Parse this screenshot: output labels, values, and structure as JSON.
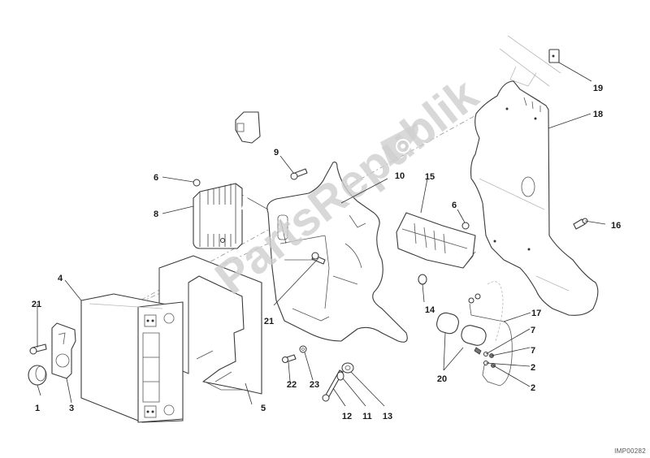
{
  "diagram": {
    "title": "Battery Holder - Exploded Parts Diagram",
    "reference_code": "IMP00282",
    "watermark": {
      "text": "PartsRepublik",
      "icon": "gear-icon"
    },
    "callouts": [
      {
        "id": "1",
        "label": "1",
        "part": "cap"
      },
      {
        "id": "2a",
        "label": "2",
        "part": "nut"
      },
      {
        "id": "2b",
        "label": "2",
        "part": "nut"
      },
      {
        "id": "3",
        "label": "3",
        "part": "bracket"
      },
      {
        "id": "4",
        "label": "4",
        "part": "battery"
      },
      {
        "id": "5",
        "label": "5",
        "part": "battery-box"
      },
      {
        "id": "6a",
        "label": "6",
        "part": "nut"
      },
      {
        "id": "6b",
        "label": "6",
        "part": "nut"
      },
      {
        "id": "7a",
        "label": "7",
        "part": "washer"
      },
      {
        "id": "7b",
        "label": "7",
        "part": "washer"
      },
      {
        "id": "8",
        "label": "8",
        "part": "voltage-regulator"
      },
      {
        "id": "9",
        "label": "9",
        "part": "screw"
      },
      {
        "id": "10",
        "label": "10",
        "part": "battery-support"
      },
      {
        "id": "11",
        "label": "11",
        "part": "washer"
      },
      {
        "id": "12",
        "label": "12",
        "part": "screw"
      },
      {
        "id": "13",
        "label": "13",
        "part": "rubber-grommet"
      },
      {
        "id": "14",
        "label": "14",
        "part": "spacer"
      },
      {
        "id": "15",
        "label": "15",
        "part": "fuse-box"
      },
      {
        "id": "16",
        "label": "16",
        "part": "screw"
      },
      {
        "id": "17",
        "label": "17",
        "part": "cable"
      },
      {
        "id": "18",
        "label": "18",
        "part": "side-cover"
      },
      {
        "id": "19",
        "label": "19",
        "part": "clip-nut"
      },
      {
        "id": "20",
        "label": "20",
        "part": "starter-relay"
      },
      {
        "id": "21a",
        "label": "21",
        "part": "screw"
      },
      {
        "id": "21b",
        "label": "21",
        "part": "screw"
      },
      {
        "id": "22",
        "label": "22",
        "part": "screw"
      },
      {
        "id": "23",
        "label": "23",
        "part": "washer"
      }
    ]
  }
}
